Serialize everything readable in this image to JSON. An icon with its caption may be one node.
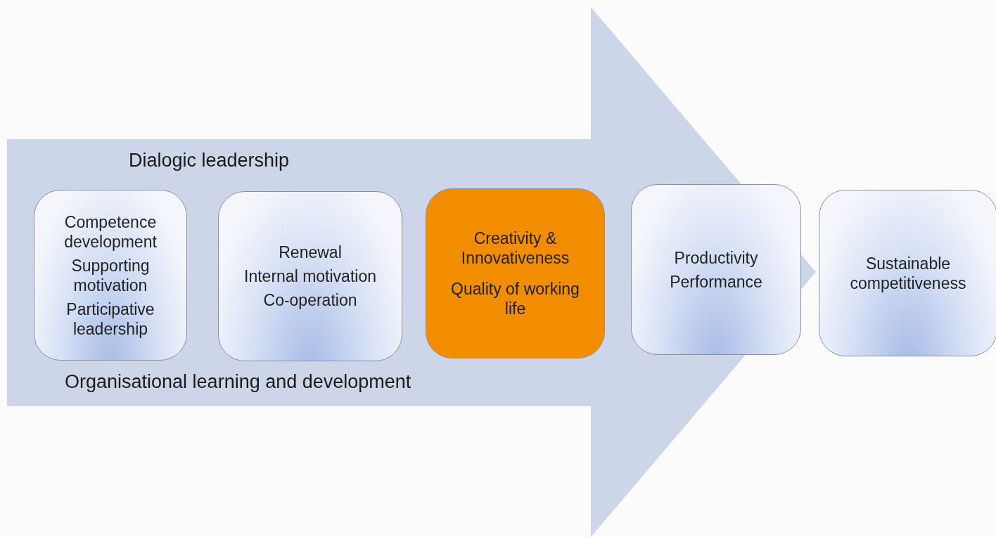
{
  "diagram": {
    "nodes": [
      {
        "text": [
          "Dialogic leadership",
          "Organisational learning and development"
        ]
      },
      {
        "text": [
          "Competence development",
          "Supporting motivation",
          "Participative leadership"
        ],
        "in": 0
      },
      {
        "text": [
          "Renewal",
          "Internal motivation",
          "Co-operation"
        ],
        "in": 0
      },
      {
        "text": [
          "Creativity & Innovativeness",
          "Quality of working life"
        ],
        "in": 0
      },
      {
        "text": [
          "Productivity",
          "Performance"
        ],
        "in": 0
      },
      {
        "text": [
          "Sustainable competitiveness"
        ]
      }
    ]
  }
}
